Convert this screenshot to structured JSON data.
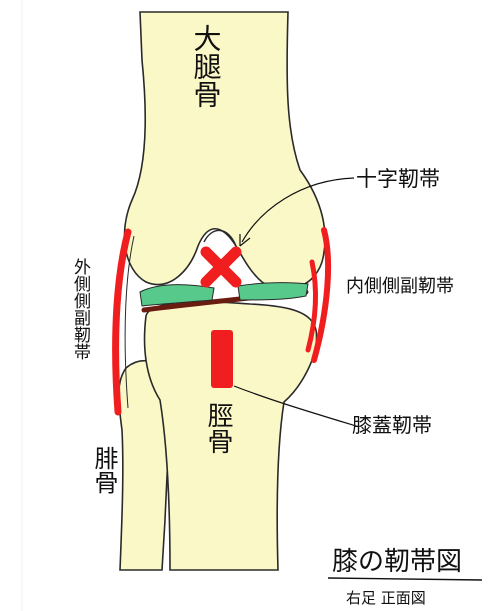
{
  "labels": {
    "femur": "大腿骨",
    "tibia": "脛骨",
    "fibula": "腓骨",
    "cruciate": "十字靭帯",
    "medial_collateral": "内側側副靭帯",
    "lateral_collateral": "外側側副靭帯",
    "patellar": "膝蓋靭帯",
    "title": "膝の靭帯図",
    "subtitle": "右足 正面図"
  },
  "colors": {
    "bone_fill": "#fbf8c8",
    "bone_stroke": "#2a2a2a",
    "ligament_red": "#f01e1e",
    "meniscus_green": "#57c98a",
    "cartilage_brown": "#6b1c10"
  }
}
